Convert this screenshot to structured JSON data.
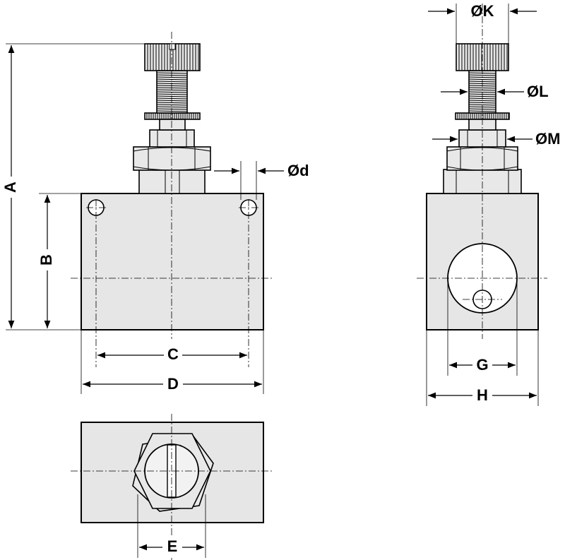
{
  "labels": {
    "A": "A",
    "B": "B",
    "C": "C",
    "D": "D",
    "d": "Ød",
    "E": "E",
    "G": "G",
    "H": "H",
    "K": "ØK",
    "L": "ØL",
    "M": "ØM"
  }
}
